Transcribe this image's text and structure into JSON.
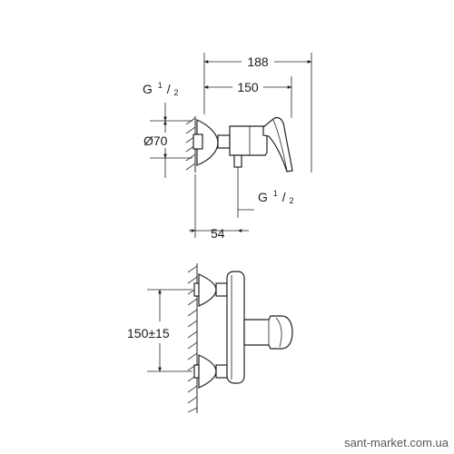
{
  "diagram": {
    "side_view": {
      "dim_total_width": "188",
      "dim_body_width": "150",
      "dim_inlet_thread_main": "G",
      "dim_inlet_thread_frac_num": "1",
      "dim_inlet_thread_frac_den": "2",
      "dim_rosette_diameter": "Ø70",
      "dim_outlet_thread_main": "G",
      "dim_outlet_thread_frac_num": "1",
      "dim_outlet_thread_frac_den": "2",
      "dim_wall_distance": "54"
    },
    "front_view": {
      "dim_center_distance": "150±15"
    }
  },
  "watermark": "sant-market.com.ua",
  "colors": {
    "line": "#222222",
    "background": "#ffffff"
  }
}
